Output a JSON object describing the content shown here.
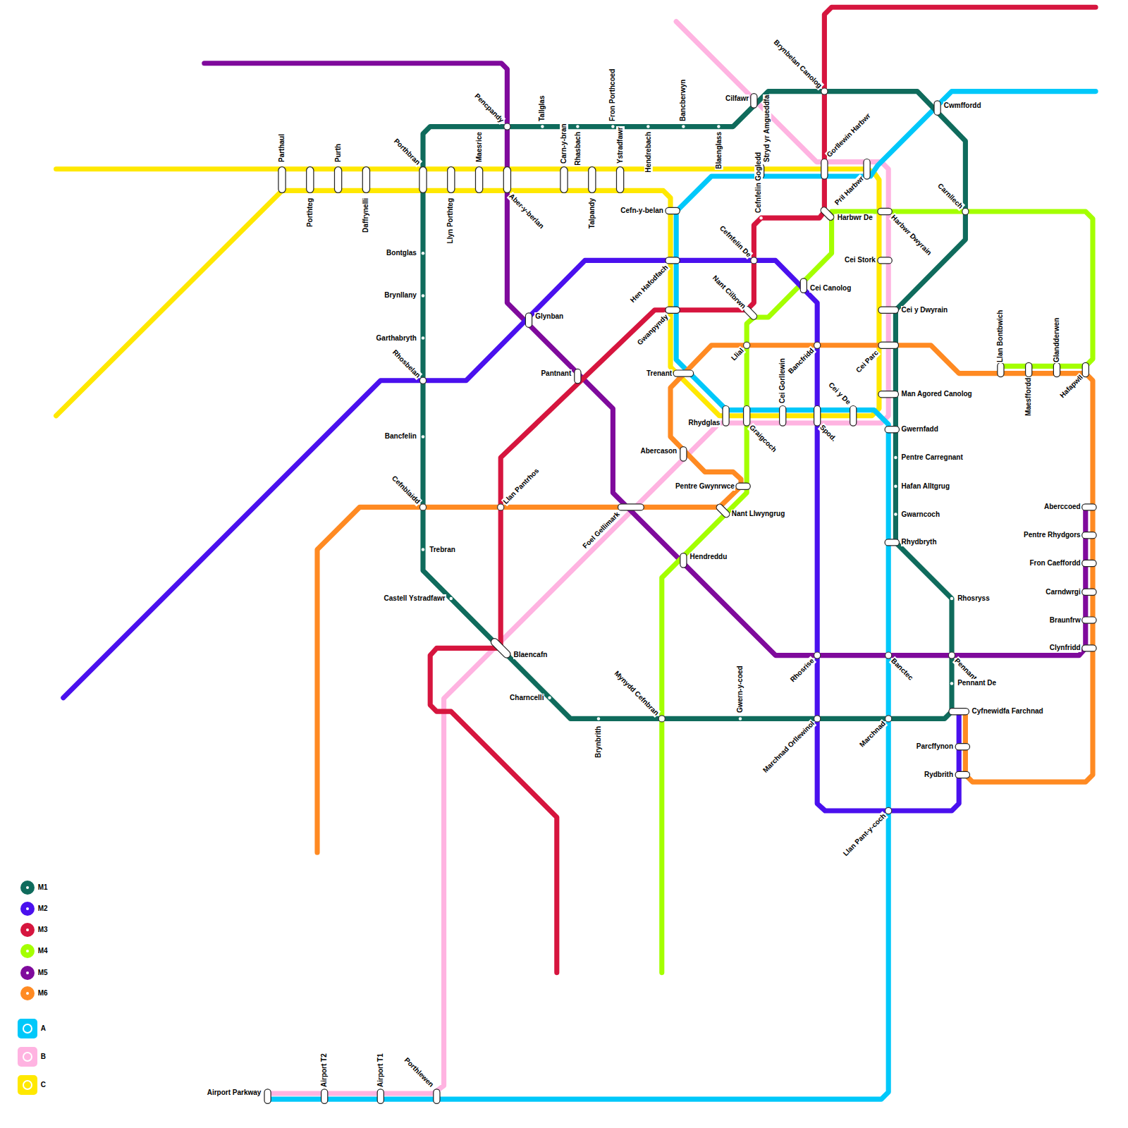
{
  "diagram": {
    "labels": [
      "Parthaul",
      "Porthteg",
      "Purth",
      "Daffrynelli",
      "Porthbran",
      "Llyn Porthteg",
      "Maesrice",
      "Pencpandy",
      "Tallglas",
      "Aber-y-berlan",
      "Carn-y-bran",
      "Rhasbach",
      "Talpandy",
      "Fron Porthcoed",
      "Ystradfawr",
      "Hendrebach",
      "Bancberwyn",
      "Blaenglass",
      "Cilfawr",
      "Stryd yr Amgueddfa",
      "Cefnfelin Gogledd",
      "Brynbelan Canolog",
      "Cwmffordd",
      "Gorllewin Harbwr",
      "Pril Harbwr",
      "Harbwr De",
      "Harbwr Dwyrain",
      "Carnllech",
      "Cefn-y-belan",
      "Bontglas",
      "Brynllany",
      "Garthabryth",
      "Cefnfelin De",
      "Hen Hafodfach",
      "Cei Stork",
      "Cei Canolog",
      "Glynban",
      "Nant Cilbrwn",
      "Gwanpyndy",
      "Cei y Dwyrain",
      "Llial",
      "Bancfridd",
      "Cei Parc",
      "Llan Bontbwich",
      "Maesffordd",
      "Glandderwen",
      "Hafapwll",
      "Pantnant",
      "Trenant",
      "Rhosbelan",
      "Cei Gorllewin",
      "Man Agored Canolog",
      "Rhydglas",
      "Graigcoch",
      "Cei y De",
      "Spod.",
      "Bancfelin",
      "Gwernfadd",
      "Pentre Carregnant",
      "Abercason",
      "Hafan Alltgrug",
      "Pentre Gwynrwce",
      "Cefnblaidd",
      "Llan Pantrhos",
      "Foel Gellimark",
      "Nant Llwyngrug",
      "Gwarncoch",
      "Aberccoed",
      "Pentre Rhydgors",
      "Rhydbryth",
      "Trebran",
      "Hendreddu",
      "Fron Caeffordd",
      "Castell Ystradfawr",
      "Rhosryss",
      "Carndwrgi",
      "Braunfrw",
      "Clynfridd",
      "Blaencafn",
      "Rhosrise",
      "Banctec",
      "Pennant",
      "Pennant De",
      "Charncelli",
      "Brynbrith",
      "Mynydd Cefnbran",
      "Gwern-y-coed",
      "Marchnad Orllewinol",
      "Marchnad",
      "Cyfnewidfa Farchnad",
      "Parcffynon",
      "Rydbrith",
      "Llan Pant-y-coch",
      "Airport Parkway",
      "Airport T2",
      "Airport T1",
      "Porthlewen"
    ],
    "legend": [
      {
        "text": "M1",
        "color": "#0f6b5c"
      },
      {
        "text": "M2",
        "color": "#4a10ee"
      },
      {
        "text": "M3",
        "color": "#d6153e"
      },
      {
        "text": "M4",
        "color": "#a4ff00"
      },
      {
        "text": "M5",
        "color": "#7f0a9c"
      },
      {
        "text": "M6",
        "color": "#ff8a22"
      },
      {
        "text": "A",
        "color": "#00c8fa"
      },
      {
        "text": "B",
        "color": "#ffb3e1"
      },
      {
        "text": "C",
        "color": "#ffe800"
      }
    ]
  }
}
